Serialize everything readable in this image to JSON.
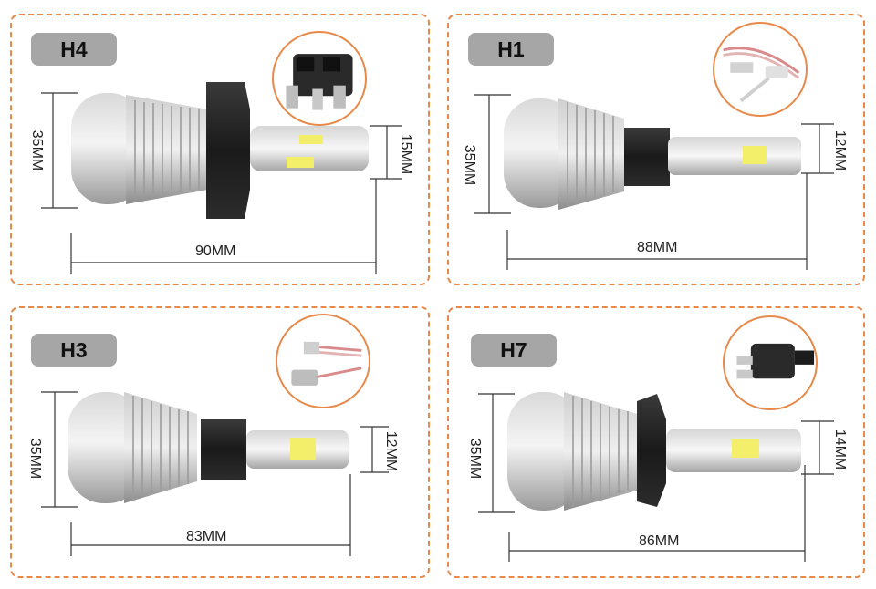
{
  "panels": [
    {
      "id": "h4",
      "label": "H4",
      "width_label": "90MM",
      "diameter_label": "35MM",
      "neck_label": "15MM"
    },
    {
      "id": "h1",
      "label": "H1",
      "width_label": "88MM",
      "diameter_label": "35MM",
      "neck_label": "12MM"
    },
    {
      "id": "h3",
      "label": "H3",
      "width_label": "83MM",
      "diameter_label": "35MM",
      "neck_label": "12MM"
    },
    {
      "id": "h7",
      "label": "H7",
      "width_label": "86MM",
      "diameter_label": "35MM",
      "neck_label": "14MM"
    }
  ],
  "colors": {
    "border": "#e8894a",
    "badge": "#a6a6a6",
    "led_chip": "#f4ef6a"
  }
}
